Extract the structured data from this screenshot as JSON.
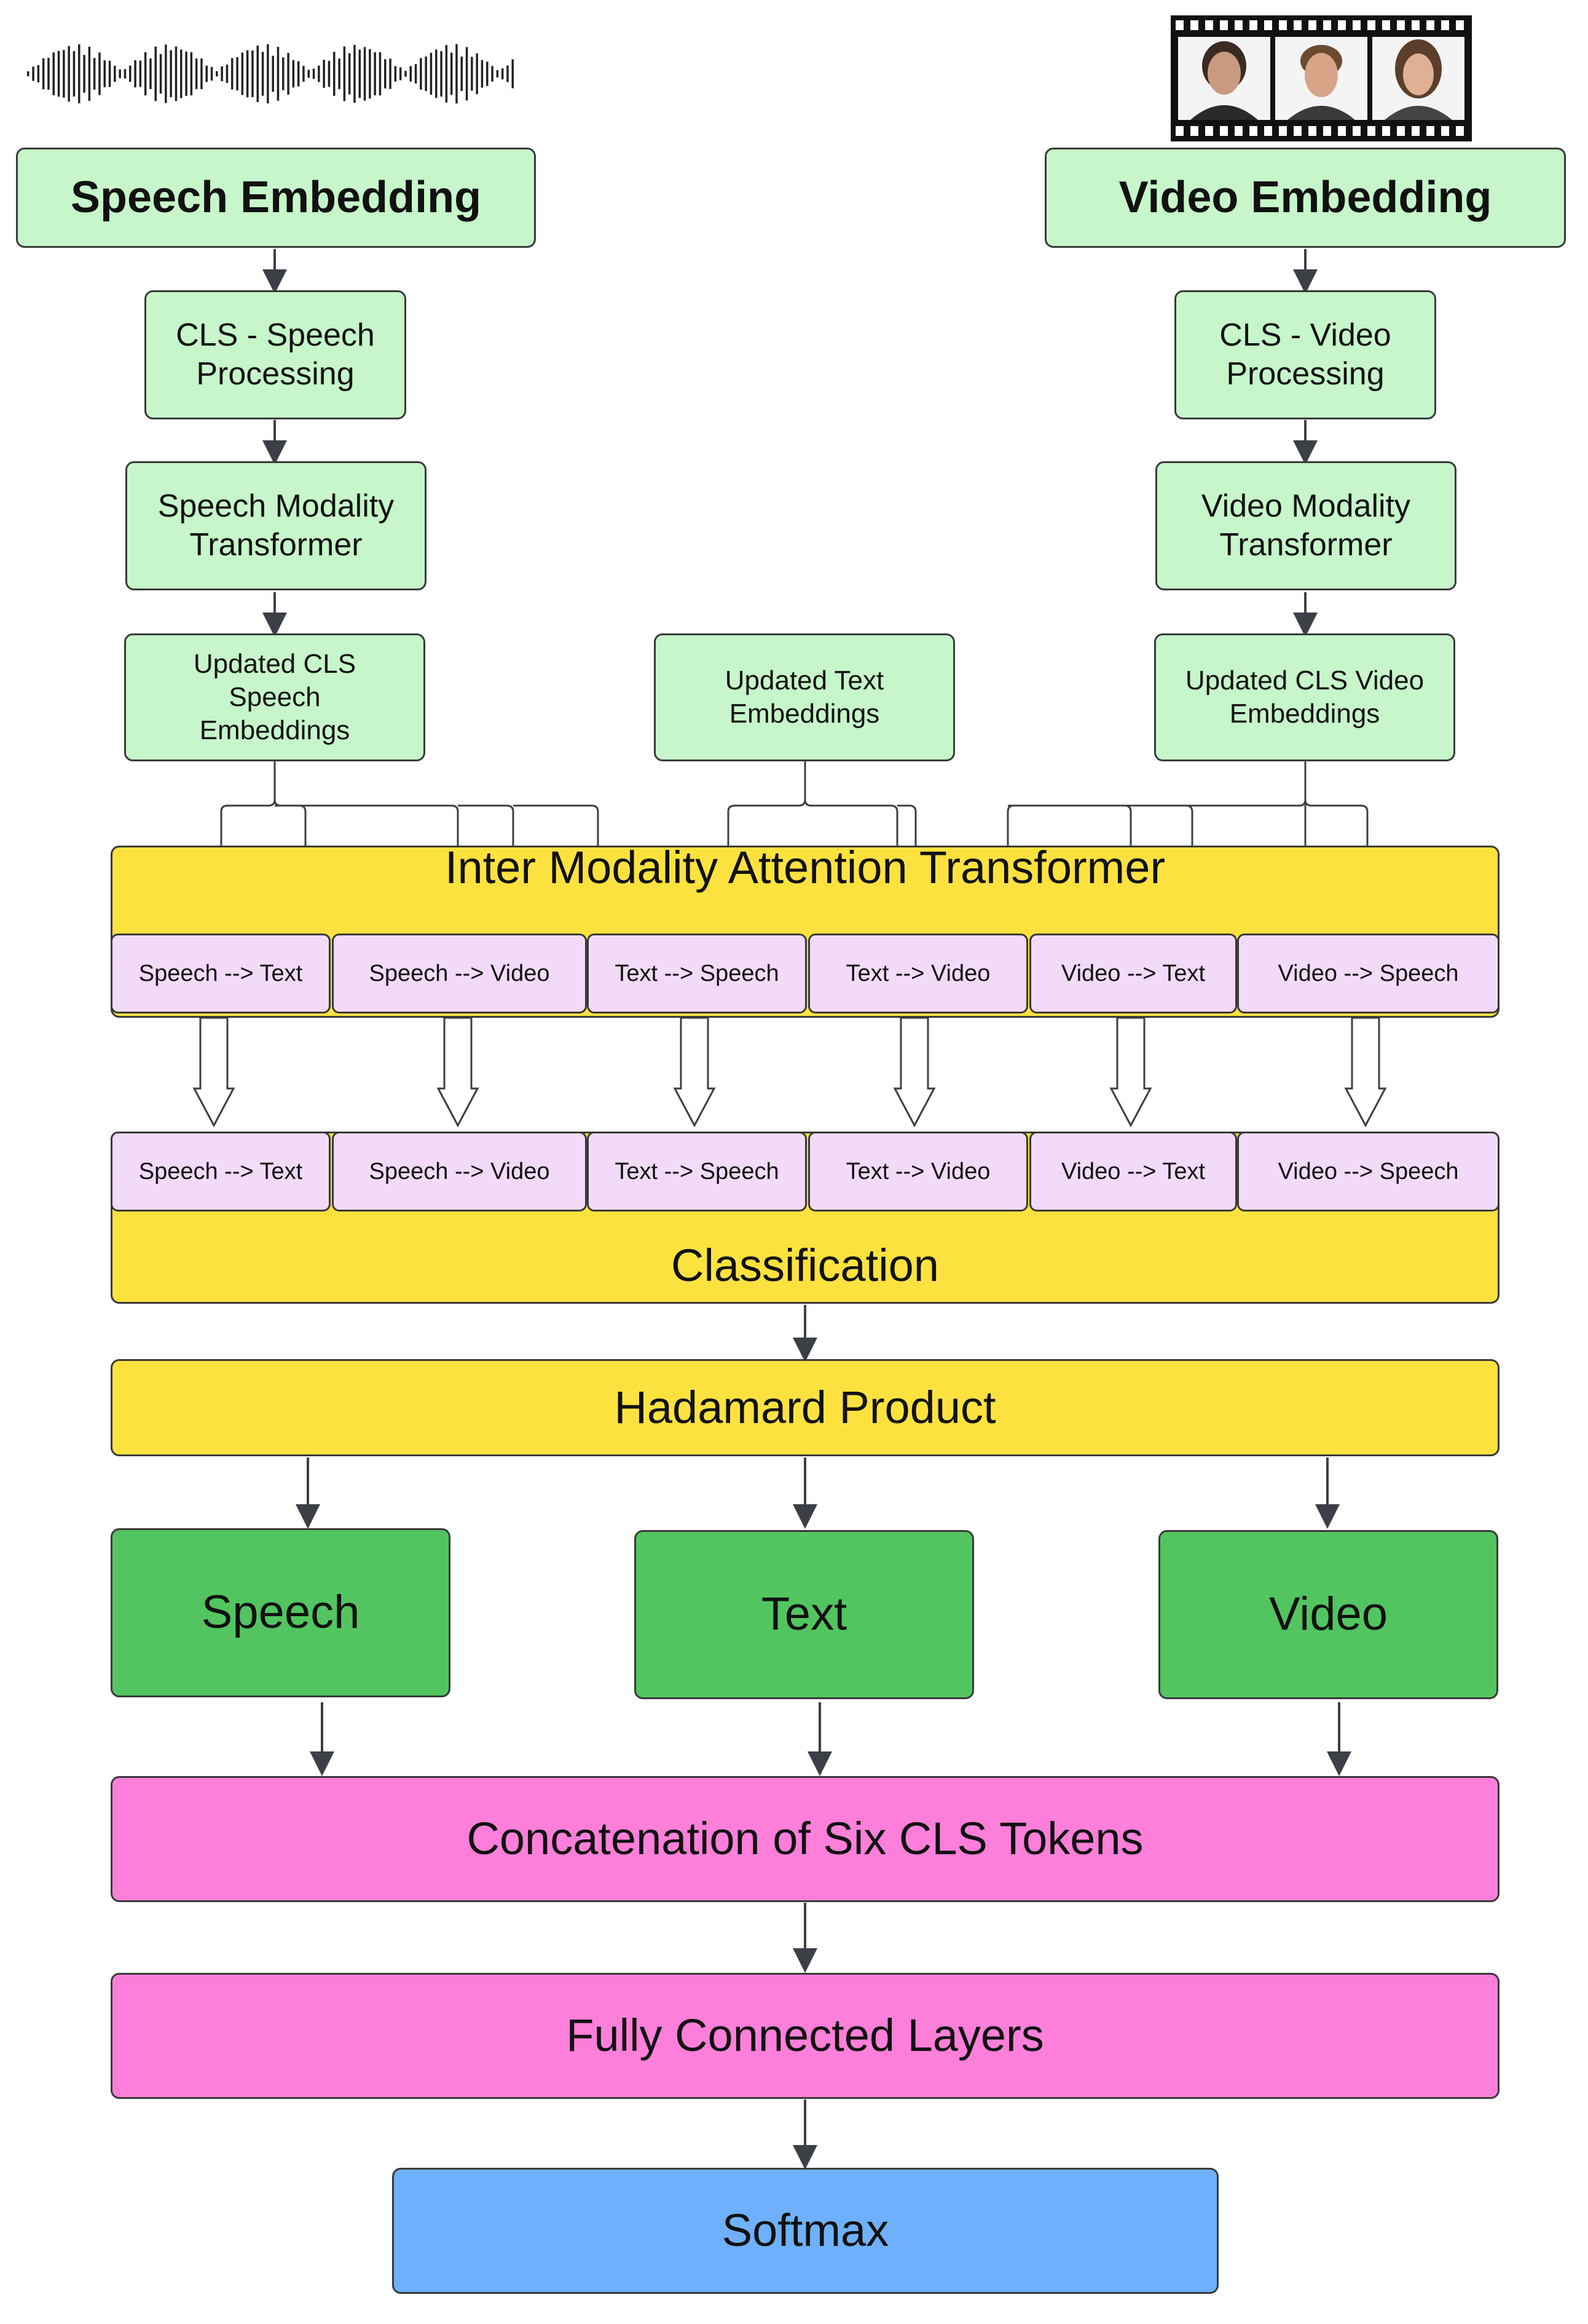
{
  "speech_embedding": "Speech Embedding",
  "video_embedding": "Video Embedding",
  "cls_speech": "CLS - Speech Processing",
  "cls_video": "CLS - Video Processing",
  "speech_transformer": "Speech Modality Transformer",
  "video_transformer": "Video Modality Transformer",
  "updated_cls_speech": "Updated CLS Speech Embeddings",
  "updated_text": "Updated Text Embeddings",
  "updated_cls_video": "Updated CLS Video Embeddings",
  "inter_modality": "Inter Modality Attention Transformer",
  "pairs": [
    "Speech --> Text",
    "Speech --> Video",
    "Text --> Speech",
    "Text --> Video",
    "Video --> Text",
    "Video --> Speech"
  ],
  "classification": "Classification",
  "hadamard": "Hadamard Product",
  "outputs": [
    "Speech",
    "Text",
    "Video"
  ],
  "concatenation": "Concatenation of Six CLS Tokens",
  "fully_connected": "Fully Connected Layers",
  "softmax": "Softmax",
  "colors": {
    "light_green": "#c6f6c9",
    "dark_green": "#52c560",
    "yellow": "#fde23f",
    "lavender": "#f2daf8",
    "pink": "#fd7fd9",
    "blue": "#6eb0fb"
  },
  "icons": [
    "audio-waveform-icon",
    "film-strip-icon"
  ]
}
